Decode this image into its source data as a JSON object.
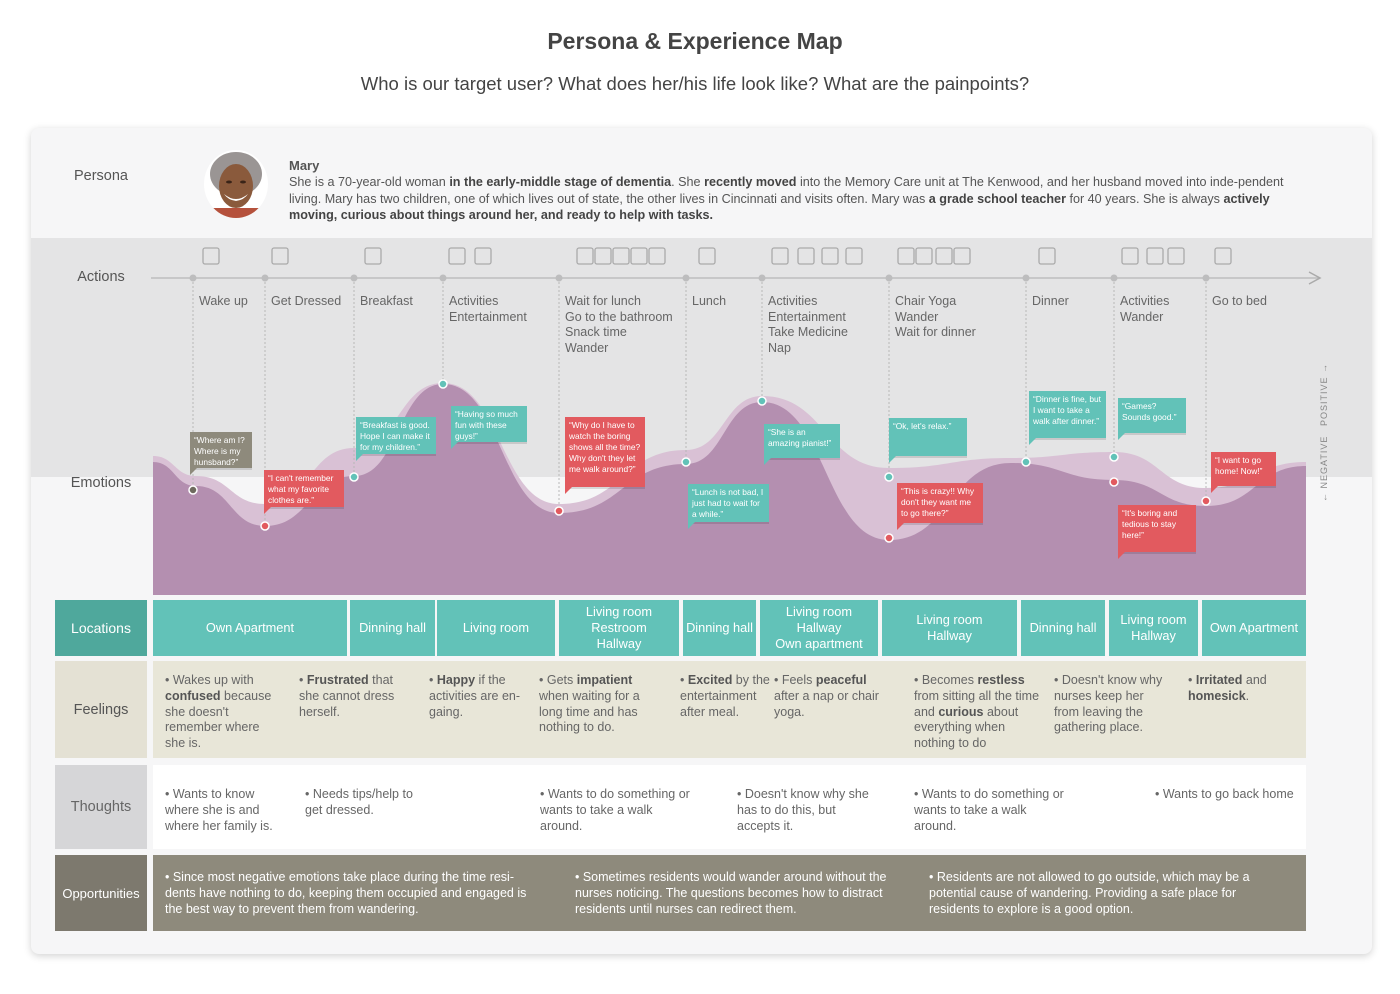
{
  "title": "Persona & Experience Map",
  "subtitle": "Who is our target user? What does her/his life look like? What are the painpoints?",
  "rows": {
    "persona": "Persona",
    "actions": "Actions",
    "emotions": "Emotions",
    "locations": "Locations",
    "feelings": "Feelings",
    "thoughts": "Thoughts",
    "opportunities": "Opportunities"
  },
  "persona": {
    "name": "Mary",
    "desc": [
      {
        "t": "She is a 70-year-old woman "
      },
      {
        "t": "in the early-middle stage of dementia",
        "b": true
      },
      {
        "t": ". She "
      },
      {
        "t": "recently moved",
        "b": true
      },
      {
        "t": " into the Memory Care unit at The Kenwood, and her husband moved into inde-pendent living. Mary has two children, one of which lives out of state, the other lives in Cincinnati and visits often. Mary was "
      },
      {
        "t": "a grade school teacher",
        "b": true
      },
      {
        "t": " for 40 years. She is always "
      },
      {
        "t": "actively moving, curious about things around her, and ready to help with tasks.",
        "b": true
      }
    ]
  },
  "axis": {
    "positive": "POSITIVE",
    "negative": "NEGATIVE"
  },
  "actions": [
    {
      "lines": [
        "Wake up"
      ],
      "icon": "bed-sun-icon"
    },
    {
      "lines": [
        "Get Dressed"
      ],
      "icon": "clothes-icon"
    },
    {
      "lines": [
        "Breakfast"
      ],
      "icon": "coffee-icon"
    },
    {
      "lines": [
        "Activities",
        "Entertainment"
      ],
      "icon": "activities-icons"
    },
    {
      "lines": [
        "Wait for lunch",
        "Go to the bathroom",
        "Snack time",
        "Wander"
      ],
      "icon": "waiting-icons"
    },
    {
      "lines": [
        "Lunch"
      ],
      "icon": "meal-icon"
    },
    {
      "lines": [
        "Activities",
        "Entertainment",
        "Take Medicine",
        "Nap"
      ],
      "icon": "activities-medicine-icons"
    },
    {
      "lines": [
        "Chair Yoga",
        "Wander",
        "Wait for dinner"
      ],
      "icon": "yoga-walk-icons"
    },
    {
      "lines": [
        "Dinner"
      ],
      "icon": "meal-icon"
    },
    {
      "lines": [
        "Activities",
        "Wander"
      ],
      "icon": "activities-walk-icons"
    },
    {
      "lines": [
        "Go to bed"
      ],
      "icon": "bed-icon"
    }
  ],
  "bubbles": [
    {
      "text": "“Where am I? Where is my hunsband?”",
      "kind": "gray"
    },
    {
      "text": "“I can't remember what my favorite clothes are.”",
      "kind": "red"
    },
    {
      "text": "“Breakfast is good. Hope I can make it for my children.”",
      "kind": "teal"
    },
    {
      "text": "“Having so much fun with these guys!”",
      "kind": "teal"
    },
    {
      "text": "“Why do I have to watch the boring shows all the time? Why don't they let me walk around?”",
      "kind": "red"
    },
    {
      "text": "“Lunch is not bad, I just had to wait for a while.”",
      "kind": "teal"
    },
    {
      "text": "“She is an amazing pianist!”",
      "kind": "teal"
    },
    {
      "text": "“Ok, let's relax.”",
      "kind": "teal"
    },
    {
      "text": "“This is crazy!! Why don't they want me to go there?”",
      "kind": "red"
    },
    {
      "text": "“Dinner is fine, but I want to take a walk after dinner.”",
      "kind": "teal"
    },
    {
      "text": "“Games? Sounds good.”",
      "kind": "teal"
    },
    {
      "text": "“It's boring and tedious to stay here!”",
      "kind": "red"
    },
    {
      "text": "“I want to go home! Now!”",
      "kind": "red"
    }
  ],
  "locations": [
    {
      "lines": [
        "Own Apartment"
      ]
    },
    {
      "lines": [
        "Dinning hall"
      ]
    },
    {
      "lines": [
        "Living room"
      ]
    },
    {
      "lines": [
        "Living room",
        "Restroom",
        "Hallway"
      ]
    },
    {
      "lines": [
        "Dinning hall"
      ]
    },
    {
      "lines": [
        "Living room",
        "Hallway",
        "Own apartment"
      ]
    },
    {
      "lines": [
        "Living room",
        "Hallway"
      ]
    },
    {
      "lines": [
        "Dinning hall"
      ]
    },
    {
      "lines": [
        "Living room",
        "Hallway"
      ]
    },
    {
      "lines": [
        "Own Apartment"
      ]
    }
  ],
  "feelings": [
    [
      {
        "t": "• Wakes up with "
      },
      {
        "t": "confused",
        "b": true
      },
      {
        "t": " because she doesn't remember where she is."
      }
    ],
    [
      {
        "t": "• "
      },
      {
        "t": "Frustrated",
        "b": true
      },
      {
        "t": " that she cannot dress herself."
      }
    ],
    [
      {
        "t": "• "
      },
      {
        "t": "Happy",
        "b": true
      },
      {
        "t": " if the activities are en-gaing."
      }
    ],
    [
      {
        "t": "• Gets "
      },
      {
        "t": "impatient",
        "b": true
      },
      {
        "t": " when waiting for a long time and has nothing to do."
      }
    ],
    [
      {
        "t": "• "
      },
      {
        "t": "Excited",
        "b": true
      },
      {
        "t": " by the entertainment after meal."
      }
    ],
    [
      {
        "t": "• Feels "
      },
      {
        "t": "peaceful",
        "b": true
      },
      {
        "t": " after a nap or chair yoga."
      }
    ],
    [
      {
        "t": "• Becomes "
      },
      {
        "t": "restless",
        "b": true
      },
      {
        "t": " from sitting all the time and "
      },
      {
        "t": "curious",
        "b": true
      },
      {
        "t": " about everything when nothing to do"
      }
    ],
    [
      {
        "t": "• Doesn't know why nurses keep her from leaving the gathering place."
      }
    ],
    [
      {
        "t": "• "
      },
      {
        "t": "Irritated",
        "b": true
      },
      {
        "t": " and "
      },
      {
        "t": "homesick",
        "b": true
      },
      {
        "t": "."
      }
    ]
  ],
  "thoughts": [
    "• Wants to know where she is and where her family is.",
    "• Needs tips/help to get dressed.",
    "• Wants to do something or wants to take a walk around.",
    "• Doesn't know why she has to do this, but accepts it.",
    "• Wants to do something or wants to take a walk around.",
    "• Wants to go back home"
  ],
  "opportunities": [
    "• Since most negative emotions take place during the time resi-dents have nothing to do, keeping them occupied and engaged is the best way to prevent them from wandering.",
    "• Sometimes residents would wander around without the nurses noticing.  The questions becomes how to distract residents until nurses can redirect them.",
    "• Residents are not allowed to go outside, which may be a potential cause of wandering. Providing a safe place for residents to explore is a good option."
  ],
  "colors": {
    "teal": "#62c2b8",
    "red": "#e25a5f",
    "purple": "#b48fb0",
    "light_purple": "#d9c1d5",
    "olive": "#8e8a7c"
  }
}
